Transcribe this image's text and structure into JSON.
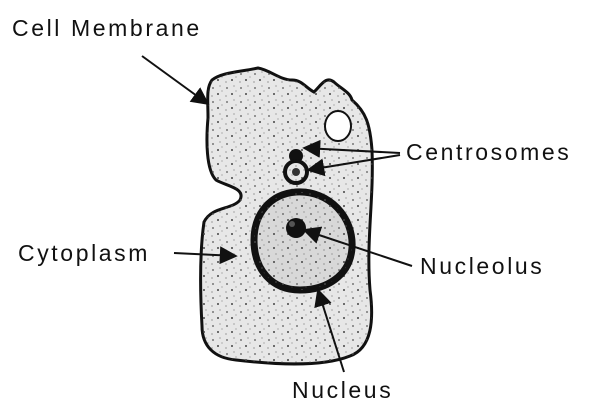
{
  "labels": {
    "cell_membrane": "Cell Membrane",
    "centrosomes": "Centrosomes",
    "cytoplasm": "Cytoplasm",
    "nucleolus": "Nucleolus",
    "nucleus": "Nucleus"
  },
  "colors": {
    "ink": "#111111",
    "cell_fill": "#e7e7e7",
    "background": "#ffffff"
  }
}
